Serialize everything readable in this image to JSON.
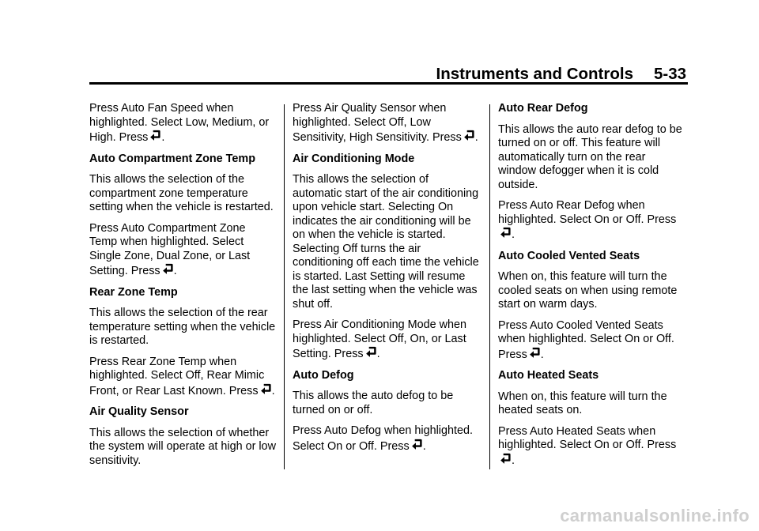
{
  "header": {
    "section": "Instruments and Controls",
    "page": "5-33"
  },
  "icon": "enter-select-icon",
  "columns": [
    [
      {
        "kind": "text",
        "text": "Press Auto Fan Speed when highlighted. Select Low, Medium, or High. Press",
        "icon": true,
        "after": "."
      },
      {
        "kind": "heading",
        "text": "Auto Compartment Zone Temp"
      },
      {
        "kind": "text",
        "text": "This allows the selection of the compartment zone temperature setting when the vehicle is restarted."
      },
      {
        "kind": "text",
        "text": "Press Auto Compartment Zone Temp when highlighted. Select Single Zone, Dual Zone, or Last Setting. Press",
        "icon": true,
        "after": "."
      },
      {
        "kind": "heading",
        "text": "Rear Zone Temp"
      },
      {
        "kind": "text",
        "text": "This allows the selection of the rear temperature setting when the vehicle is restarted."
      },
      {
        "kind": "text",
        "text": "Press Rear Zone Temp when highlighted. Select Off, Rear Mimic Front, or Rear Last Known. Press",
        "icon": true,
        "after": "."
      },
      {
        "kind": "heading",
        "text": "Air Quality Sensor"
      },
      {
        "kind": "text",
        "text": "This allows the selection of whether the system will operate at high or low sensitivity."
      }
    ],
    [
      {
        "kind": "text",
        "text": "Press Air Quality Sensor when highlighted. Select Off, Low Sensitivity, High Sensitivity. Press",
        "icon": true,
        "after": "."
      },
      {
        "kind": "heading",
        "text": "Air Conditioning Mode"
      },
      {
        "kind": "text",
        "text": "This allows the selection of automatic start of the air conditioning upon vehicle start. Selecting On indicates the air conditioning will be on when the vehicle is started. Selecting Off turns the air conditioning off each time the vehicle is started. Last Setting will resume the last setting when the vehicle was shut off."
      },
      {
        "kind": "text",
        "text": "Press Air Conditioning Mode when highlighted. Select Off, On, or Last Setting. Press",
        "icon": true,
        "after": "."
      },
      {
        "kind": "heading",
        "text": "Auto Defog"
      },
      {
        "kind": "text",
        "text": "This allows the auto defog to be turned on or off."
      },
      {
        "kind": "text",
        "text": "Press Auto Defog when highlighted. Select On or Off. Press",
        "icon": true,
        "after": "."
      }
    ],
    [
      {
        "kind": "heading",
        "text": "Auto Rear Defog"
      },
      {
        "kind": "text",
        "text": "This allows the auto rear defog to be turned on or off. This feature will automatically turn on the rear window defogger when it is cold outside."
      },
      {
        "kind": "text",
        "text": "Press Auto Rear Defog when highlighted. Select On or Off. Press",
        "icon": true,
        "after": "."
      },
      {
        "kind": "heading",
        "text": "Auto Cooled Vented Seats"
      },
      {
        "kind": "text",
        "text": "When on, this feature will turn the cooled seats on when using remote start on warm days."
      },
      {
        "kind": "text",
        "text": "Press Auto Cooled Vented Seats when highlighted. Select On or Off. Press",
        "icon": true,
        "after": "."
      },
      {
        "kind": "heading",
        "text": "Auto Heated Seats"
      },
      {
        "kind": "text",
        "text": "When on, this feature will turn the heated seats on."
      },
      {
        "kind": "text",
        "text": "Press Auto Heated Seats when highlighted. Select On or Off. Press",
        "icon": true,
        "after": "."
      }
    ]
  ],
  "watermark": "carmanualsonline.info"
}
